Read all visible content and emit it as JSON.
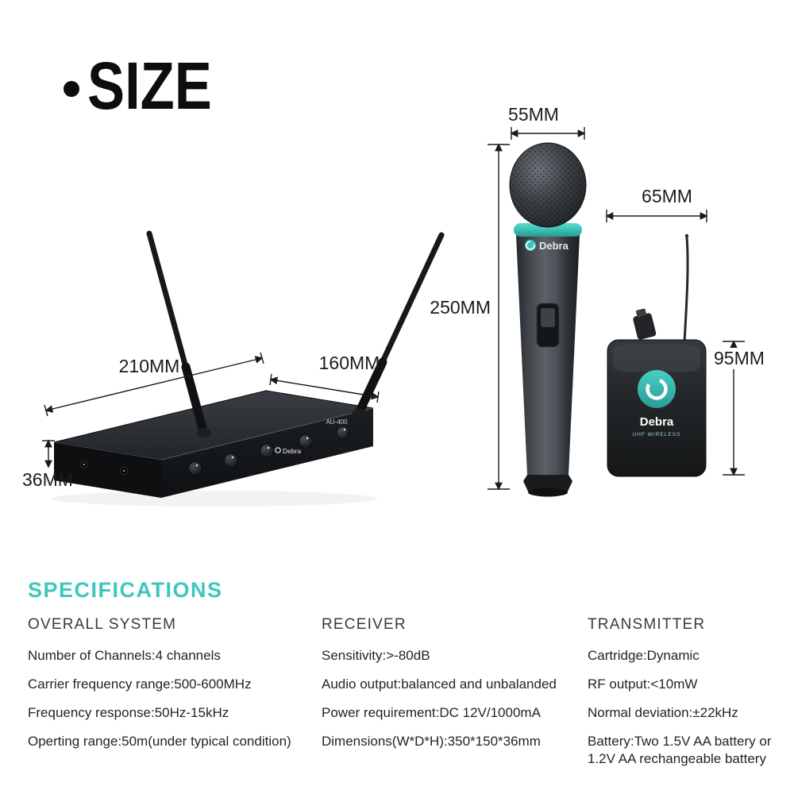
{
  "heading": {
    "title": "SIZE"
  },
  "dimensions": {
    "receiver_length": "210MM",
    "receiver_depth": "160MM",
    "receiver_height": "36MM",
    "mic_diameter": "55MM",
    "mic_length": "250MM",
    "bodypack_width": "65MM",
    "bodypack_height": "95MM"
  },
  "products": {
    "brand": "Debra",
    "receiver_model": "AU-400",
    "bodypack_sub": "UHF WIRELESS"
  },
  "specs_heading": "SPECIFICATIONS",
  "spec_columns": [
    {
      "title": "OVERALL SYSTEM",
      "items": [
        "Number of Channels:4 channels",
        "Carrier frequency range:500-600MHz",
        "Frequency response:50Hz-15kHz",
        "Operting range:50m(under typical condition)"
      ]
    },
    {
      "title": "RECEIVER",
      "items": [
        "Sensitivity:>-80dB",
        "Audio output:balanced and unbalanded",
        "Power requirement:DC 12V/1000mA",
        "Dimensions(W*D*H):350*150*36mm"
      ]
    },
    {
      "title": "TRANSMITTER",
      "items": [
        "Cartridge:Dynamic",
        "RF output:<10mW",
        "Normal deviation:±22kHz",
        "Battery:Two 1.5V AA battery or 1.2V AA rechangeable battery"
      ]
    }
  ]
}
